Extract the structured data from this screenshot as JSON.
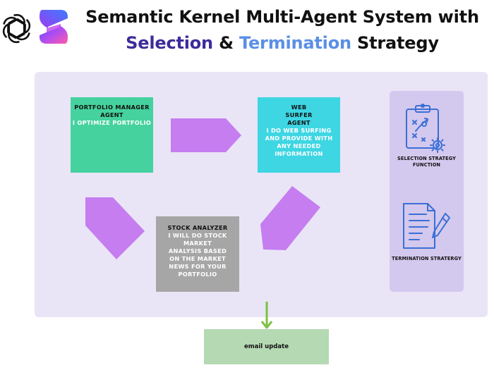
{
  "header": {
    "title_line1": "Semantic Kernel Multi-Agent System with",
    "title_selection": "Selection",
    "title_amp": "&",
    "title_termination": "Termination",
    "title_strategy": "Strategy"
  },
  "agents": {
    "portfolio": {
      "name": "PORTFOLIO MANAGER AGENT",
      "desc": "I OPTIMIZE PORTFOLIO"
    },
    "websurfer": {
      "name": "WEB SURFER AGENT",
      "desc": "I DO WEB SURFING AND PROVIDE WITH ANY NEEDED INFORMATION"
    },
    "stock": {
      "name": "STOCK ANALYZER",
      "desc": "I WILL DO STOCK MARKET ANALYSIS BASED ON THE MARKET NEWS FOR YOUR PORTFOLIO"
    }
  },
  "strategies": {
    "selection_label": "SELECTION STRATEGY FUNCTION",
    "termination_label": "TERMINATION STRATERGY"
  },
  "output": {
    "email_label": "email update"
  },
  "colors": {
    "panel": "#e9e5f6",
    "strategy_panel": "#d3c8ed",
    "portfolio_agent": "#45d29f",
    "websurfer_agent": "#3ed6e3",
    "stock_agent": "#a6a6a6",
    "flow_arrow": "#c57df0",
    "email_box": "#b5d9b3",
    "down_arrow": "#7cc142",
    "icon_stroke": "#3b6fd6"
  }
}
